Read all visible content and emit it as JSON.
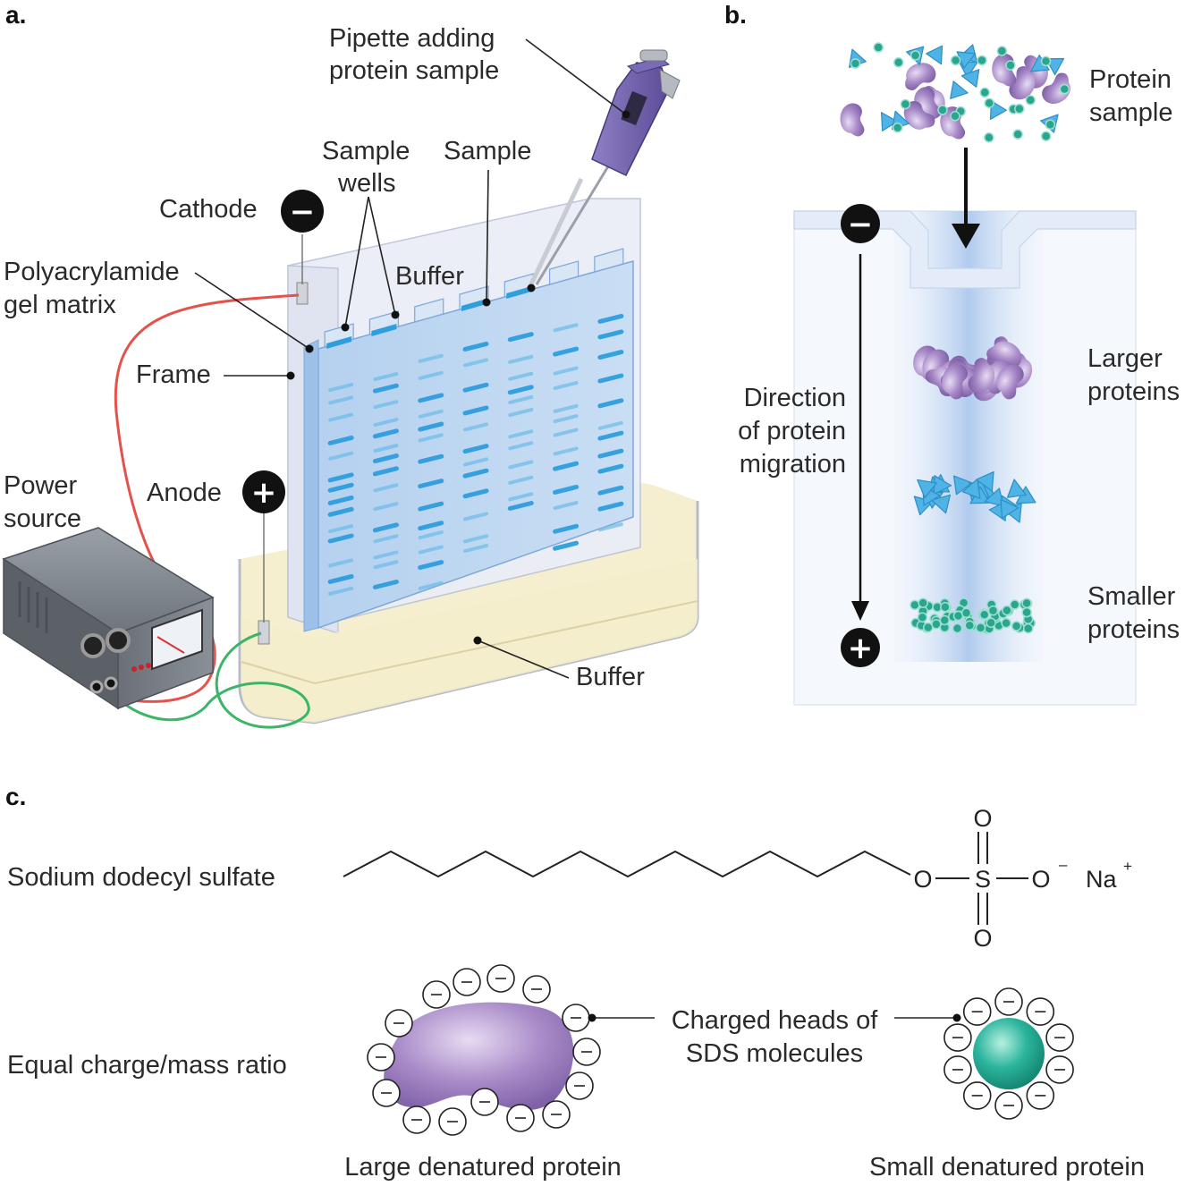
{
  "panels": {
    "a": "a.",
    "b": "b.",
    "c": "c."
  },
  "panel_a": {
    "pipette": [
      "Pipette adding",
      "protein sample"
    ],
    "sample_wells": [
      "Sample",
      "wells"
    ],
    "sample": "Sample",
    "cathode": "Cathode",
    "gel_matrix": [
      "Polyacrylamide",
      "gel matrix"
    ],
    "buffer_top": "Buffer",
    "frame": "Frame",
    "power_source": [
      "Power",
      "source"
    ],
    "anode": "Anode",
    "buffer_bottom": "Buffer"
  },
  "panel_b": {
    "protein_sample": [
      "Protein",
      "sample"
    ],
    "direction": [
      "Direction",
      "of protein",
      "migration"
    ],
    "larger": [
      "Larger",
      "proteins"
    ],
    "smaller": [
      "Smaller",
      "proteins"
    ]
  },
  "panel_c": {
    "sds_label": "Sodium dodecyl sulfate",
    "ratio_label": "Equal charge/mass ratio",
    "charged_heads": [
      "Charged heads of",
      "SDS molecules"
    ],
    "large_protein": "Large denatured protein",
    "small_protein": "Small denatured protein",
    "atoms": {
      "o": "O",
      "s": "S",
      "na": "Na",
      "minus_sup": "–",
      "plus_sup": "+"
    }
  },
  "signs": {
    "minus": "−",
    "plus": "+"
  },
  "colors": {
    "gel": "#bcd6f0",
    "band": "#2f9ede",
    "purple_protein": "#a98bc8",
    "blue_protein": "#4fb3e6",
    "green_protein": "#2aa58f",
    "red_wire": "#e4524d",
    "green_wire": "#3bb566",
    "buffer": "#f3ecc8"
  }
}
